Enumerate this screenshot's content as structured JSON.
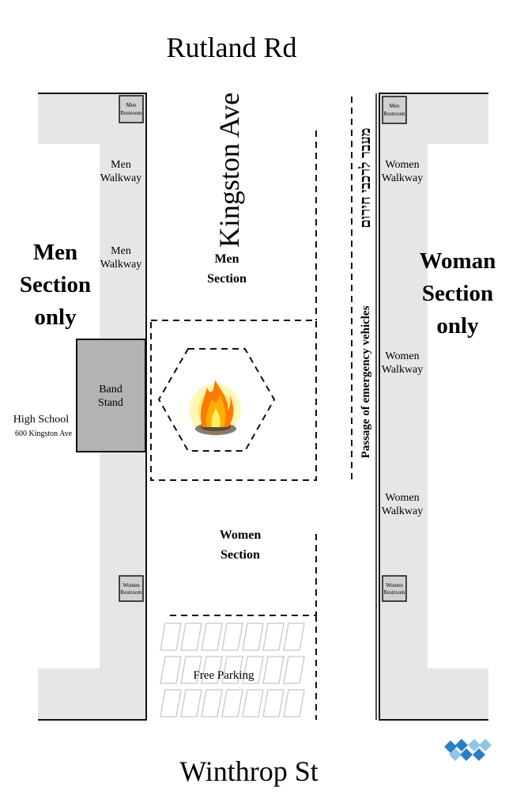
{
  "streets": {
    "north": "Rutland Rd",
    "south": "Winthrop St",
    "main": "Kingston Ave"
  },
  "left_side": {
    "section_label": [
      "Men",
      "Section",
      "only"
    ],
    "restroom_top": [
      "Men",
      "Restroom"
    ],
    "restroom_bottom": [
      "Women",
      "Restroom"
    ],
    "walkway_1": [
      "Men",
      "Walkway"
    ],
    "walkway_2": [
      "Men",
      "Walkway"
    ],
    "band_stand": [
      "Band",
      "Stand"
    ],
    "building_name": "High School",
    "building_address": "600 Kingston Ave"
  },
  "right_side": {
    "section_label": [
      "Woman",
      "Section",
      "only"
    ],
    "restroom_top": [
      "Men",
      "Restroom"
    ],
    "restroom_bottom": [
      "Women",
      "Restroom"
    ],
    "walkway_1": [
      "Women",
      "Walkway"
    ],
    "walkway_2": [
      "Women",
      "Walkway"
    ],
    "walkway_3": [
      "Women",
      "Walkway"
    ]
  },
  "center": {
    "men_section": [
      "Men",
      "Section"
    ],
    "women_section": [
      "Women",
      "Section"
    ],
    "parking": "Free Parking"
  },
  "emergency": {
    "english": "Passage of emergency vehicles",
    "hebrew": "מעבר לרכבי חירום"
  },
  "icons": {
    "bonfire": "bonfire-icon",
    "logo": "logo-chevrons-icon"
  },
  "colors": {
    "walkway_fill": "#e6e6e6",
    "band_stand_fill": "#b3b3b3",
    "logo_blue": "#2a7fc4",
    "logo_light": "#8fc6e8",
    "fire_orange": "#ff7a00"
  }
}
